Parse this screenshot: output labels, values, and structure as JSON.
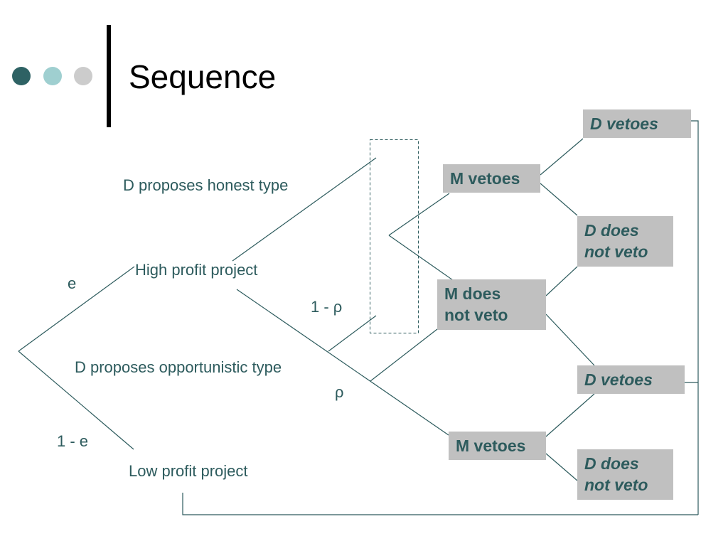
{
  "slide": {
    "title": "Sequence"
  },
  "tree": {
    "probability_labels": {
      "e": "e",
      "one_minus_e": "1 - e",
      "one_minus_rho": "1 - ρ",
      "rho": "ρ"
    },
    "node_labels": {
      "high_profit": "High profit project",
      "low_profit": "Low profit project",
      "honest": "D proposes honest type",
      "opportunistic": "D proposes opportunistic type"
    },
    "manager_boxes": {
      "m_vetoes_top": "M vetoes",
      "m_does_not_veto": [
        "M does",
        "not veto"
      ],
      "m_vetoes_bottom": "M vetoes"
    },
    "director_boxes": {
      "d_vetoes_1": "D vetoes",
      "d_does_not_veto_1": [
        "D does",
        "not  veto"
      ],
      "d_vetoes_2": "D vetoes",
      "d_does_not_veto_2": [
        "D does",
        "not  veto"
      ]
    }
  }
}
